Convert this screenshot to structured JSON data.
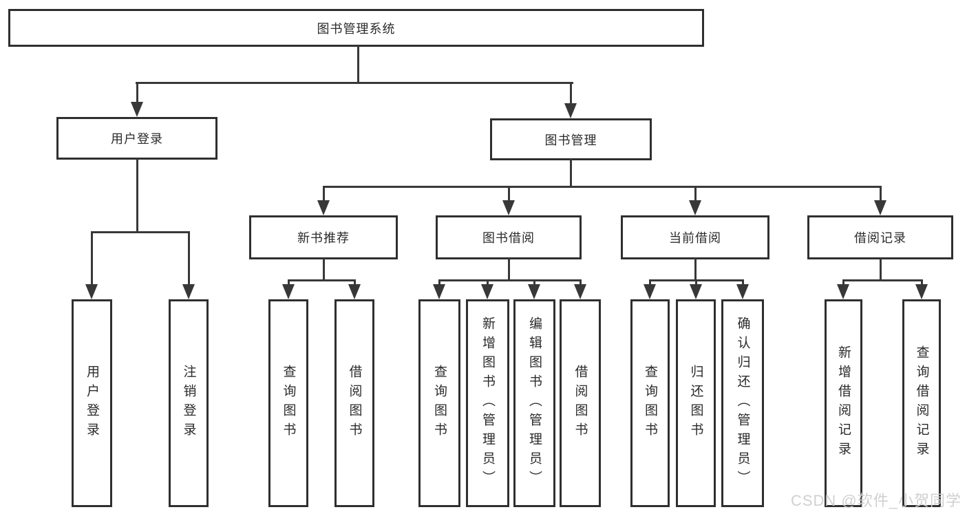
{
  "colors": {
    "line": "#383838",
    "box_border": "#2f2f2f",
    "box_fill": "#ffffff",
    "text": "#2b2b2b",
    "watermark_text": "#cdcdcd",
    "background": "#ffffff"
  },
  "watermark": "CSDN @软件_小贺同学",
  "diagram": {
    "type": "tree",
    "root": {
      "label": "图书管理系统"
    },
    "level2": [
      {
        "label": "用户登录",
        "children": [
          "用户登录",
          "注销登录"
        ]
      },
      {
        "label": "图书管理"
      }
    ],
    "level3": [
      {
        "label": "新书推荐",
        "children": [
          "查询图书",
          "借阅图书"
        ]
      },
      {
        "label": "图书借阅",
        "children": [
          "查询图书",
          "新增图书（管理员）",
          "编辑图书（管理员）",
          "借阅图书"
        ]
      },
      {
        "label": "当前借阅",
        "children": [
          "查询图书",
          "归还图书",
          "确认归还（管理员）"
        ]
      },
      {
        "label": "借阅记录",
        "children": [
          "新增借阅记录",
          "查询借阅记录"
        ]
      }
    ]
  }
}
